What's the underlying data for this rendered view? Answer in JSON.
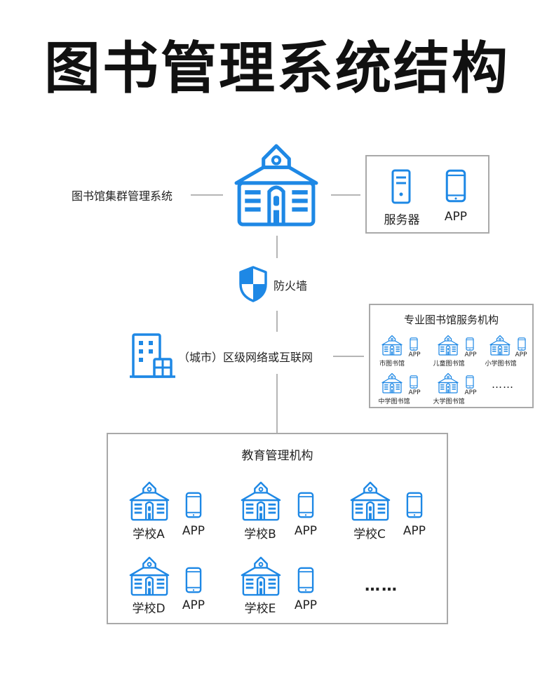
{
  "title": "图书管理系统结构",
  "top": {
    "cluster_label": "图书馆集群管理系统",
    "server_label": "服务器",
    "app_label": "APP"
  },
  "firewall_label": "防火墙",
  "network_label": "（城市）区级网络或互联网",
  "special": {
    "title": "专业图书馆服务机构",
    "items": [
      {
        "name": "市图书馆",
        "app": "APP"
      },
      {
        "name": "儿童图书馆",
        "app": "APP"
      },
      {
        "name": "小学图书馆",
        "app": "APP"
      },
      {
        "name": "中学图书馆",
        "app": "APP"
      },
      {
        "name": "大学图书馆",
        "app": "APP"
      }
    ],
    "more": "……"
  },
  "edu": {
    "title": "教育管理机构",
    "schools": [
      {
        "name": "学校A",
        "app": "APP"
      },
      {
        "name": "学校B",
        "app": "APP"
      },
      {
        "name": "学校C",
        "app": "APP"
      },
      {
        "name": "学校D",
        "app": "APP"
      },
      {
        "name": "学校E",
        "app": "APP"
      }
    ],
    "more": "……"
  },
  "colors": {
    "accent": "#1e88e5",
    "line": "#b5b5b5",
    "border": "#a9a9a9"
  }
}
